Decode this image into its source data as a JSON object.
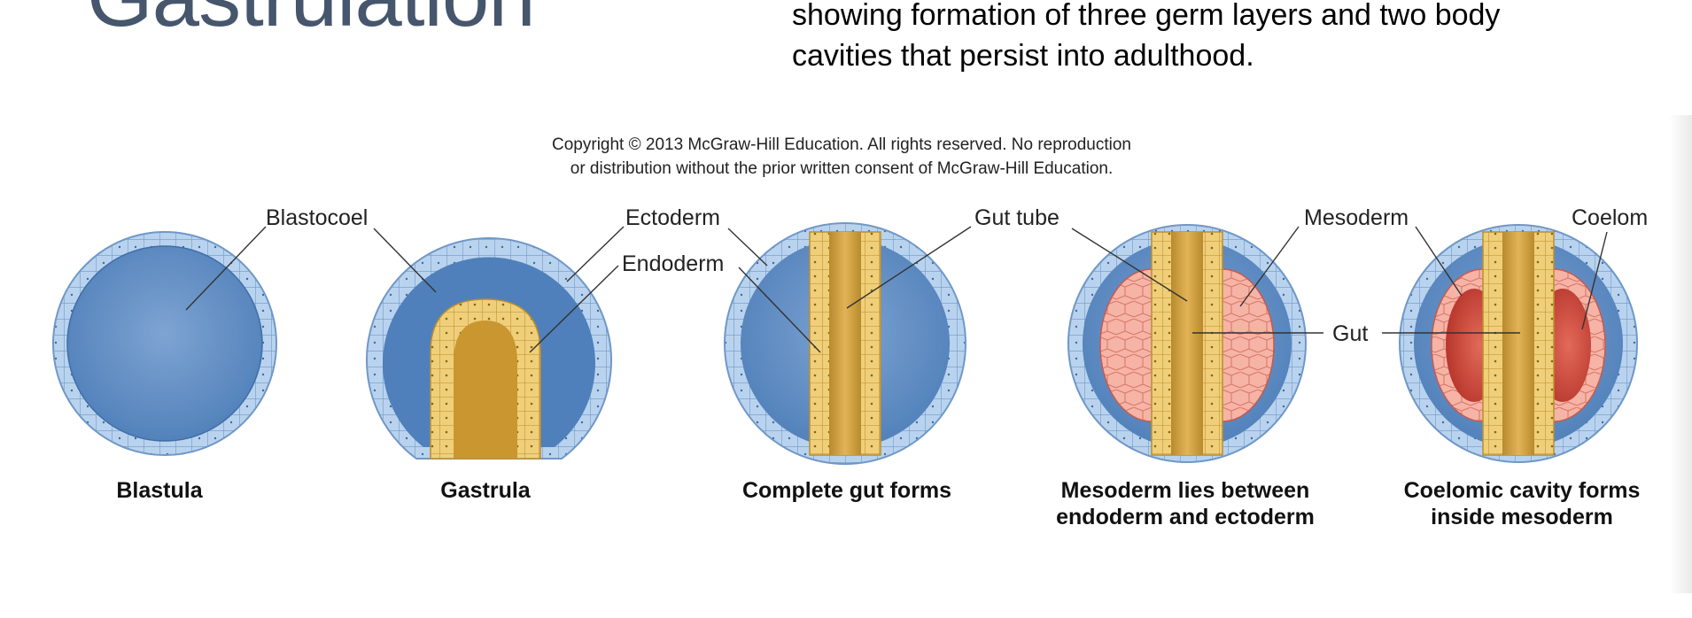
{
  "slide": {
    "title": "Gastrulation",
    "body_line1": "showing formation of three germ layers and two body",
    "body_line2": "cavities that persist into adulthood."
  },
  "figure": {
    "copyright_line1": "Copyright © 2013 McGraw-Hill Education.  All rights reserved. No reproduction",
    "copyright_line2": "or distribution without the prior written consent of McGraw-Hill Education.",
    "labels": {
      "blastocoel": "Blastocoel",
      "ectoderm": "Ectoderm",
      "endoderm": "Endoderm",
      "gut_tube": "Gut tube",
      "mesoderm": "Mesoderm",
      "coelom": "Coelom",
      "gut": "Gut"
    },
    "stages": {
      "blastula": "Blastula",
      "gastrula": "Gastrula",
      "complete_gut": "Complete gut forms",
      "mesoderm_1": "Mesoderm lies between",
      "mesoderm_2": "endoderm and ectoderm",
      "coelom_1": "Coelomic cavity forms",
      "coelom_2": "inside mesoderm"
    },
    "colors": {
      "ectoderm": "#a8c8ea",
      "blastocoel": "#5b88bf",
      "endoderm": "#e8c46a",
      "gut_lumen": "#c99a3a",
      "mesoderm": "#f3a596",
      "coelom": "#cf4a3e"
    }
  }
}
